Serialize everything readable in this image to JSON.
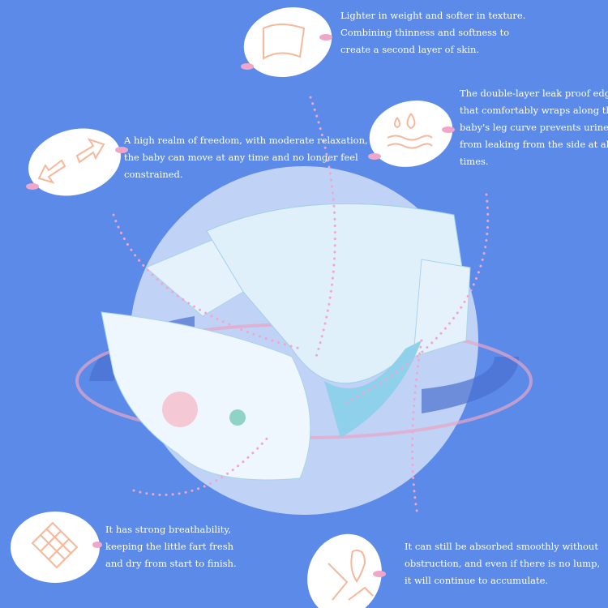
{
  "colors": {
    "background": "#5c8ae8",
    "circle": "#cbd9f6",
    "blob": "#ffffff",
    "accent_pink": "#f0a6c8",
    "icon_stroke": "#f6b89a"
  },
  "features": [
    {
      "icon": "soft-fabric-icon",
      "lines": [
        "Lighter in weight and softer in texture.",
        "Combining thinness and softness to",
        "create a second layer of skin."
      ]
    },
    {
      "icon": "water-drops-icon",
      "lines": [
        "The double-layer leak proof edge",
        "that comfortably wraps along the",
        "baby's leg curve prevents urine",
        "from leaking from the side at all",
        "times."
      ]
    },
    {
      "icon": "stretch-arrows-icon",
      "lines": [
        "A high realm of freedom, with moderate relaxation,",
        "the baby can move at any time and no longer feel",
        "constrained."
      ]
    },
    {
      "icon": "breathable-grid-icon",
      "lines": [
        "It has strong breathability,",
        "keeping the little fart fresh",
        "and dry from start to finish."
      ]
    },
    {
      "icon": "absorb-drop-icon",
      "lines": [
        "It can still be absorbed smoothly without",
        "obstruction, and even if there is no lump,",
        "it will continue to accumulate."
      ]
    }
  ]
}
